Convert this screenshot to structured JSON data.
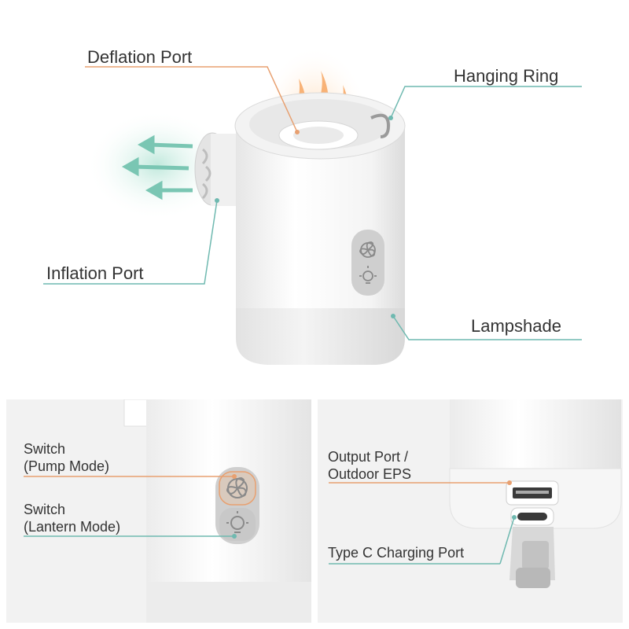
{
  "top": {
    "labels": {
      "deflation": "Deflation Port",
      "hanging": "Hanging Ring",
      "inflation": "Inflation Port",
      "lampshade": "Lampshade"
    }
  },
  "bottom_left": {
    "switch_pump_line1": "Switch",
    "switch_pump_line2": "(Pump Mode)",
    "switch_lantern_line1": "Switch",
    "switch_lantern_line2": "(Lantern Mode)"
  },
  "bottom_right": {
    "output_line1": "Output Port /",
    "output_line2": "Outdoor EPS",
    "type_c": "Type C Charging Port"
  },
  "colors": {
    "orange_line": "#e8a070",
    "teal_line": "#6fb9b0",
    "button_panel": "#cfcfcf",
    "panel_bg": "#f2f2f2"
  },
  "icons": [
    "fan-icon",
    "lightbulb-icon",
    "usb-a-port",
    "usb-c-port"
  ]
}
